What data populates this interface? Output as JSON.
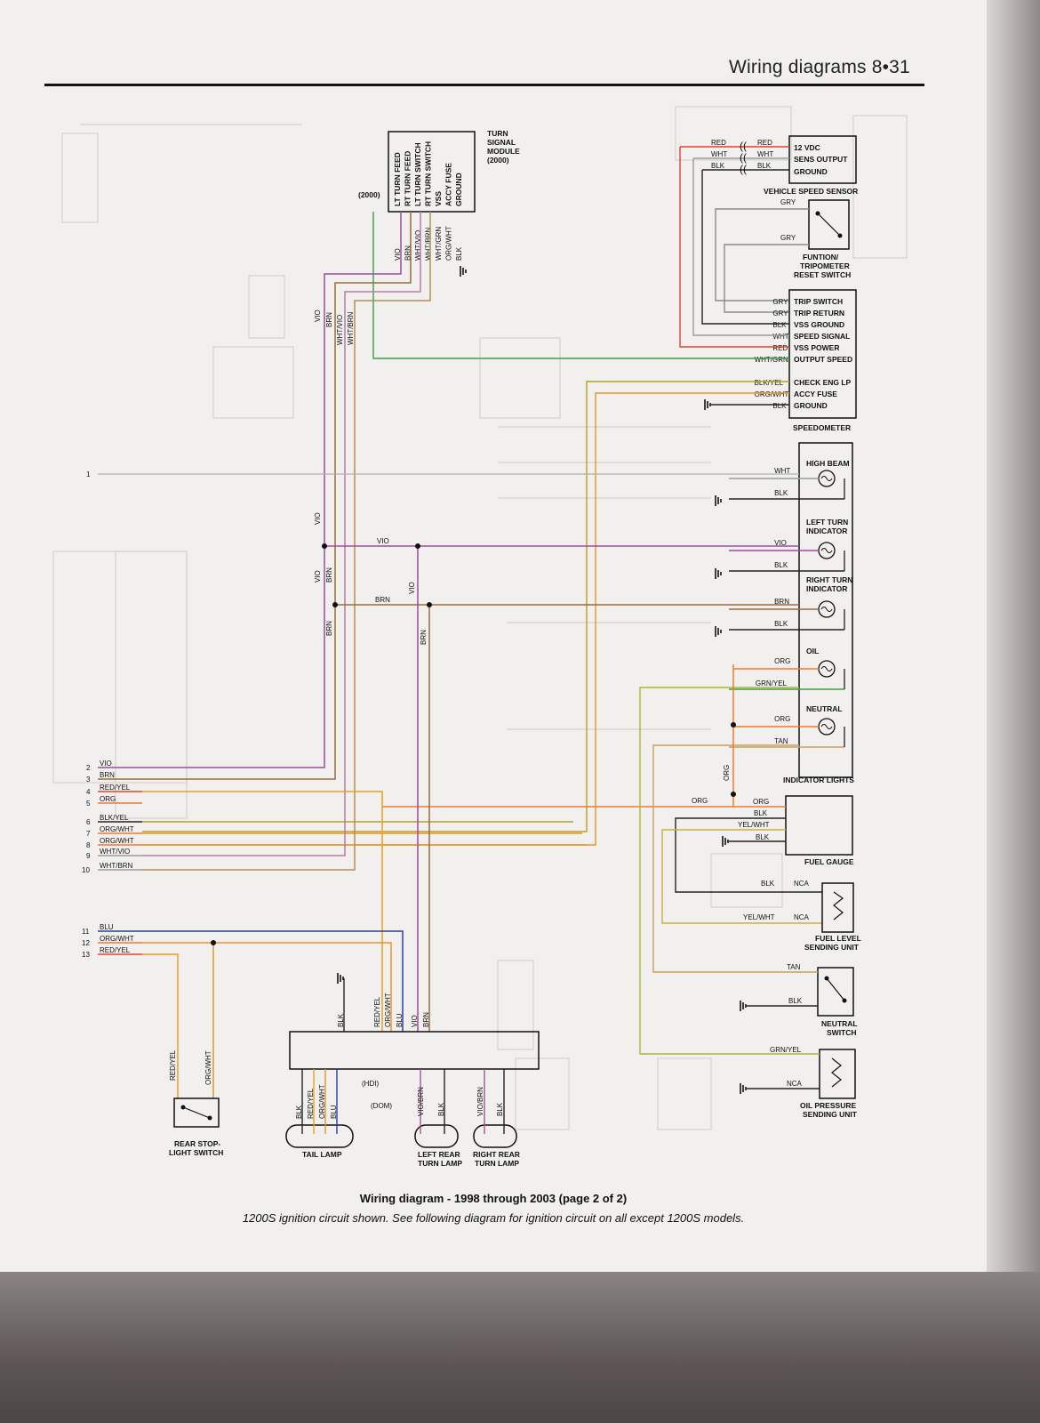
{
  "header": {
    "title": "Wiring diagrams  8•31"
  },
  "caption": {
    "title": "Wiring diagram - 1998 through 2003 (page 2 of 2)",
    "subtitle": "1200S ignition circuit shown. See following diagram for ignition circuit on all except 1200S models."
  },
  "turn_module": {
    "title": "TURN SIGNAL MODULE (2000)",
    "year": "(2000)",
    "pins": [
      "LT TURN FEED",
      "RT TURN FEED",
      "LT TURN SWITCH",
      "RT TURN SWITCH",
      "VSS",
      "ACCY FUSE",
      "GROUND"
    ],
    "wires": [
      "VIO",
      "BRN",
      "WHT/VIO",
      "WHT/BRN",
      "WHT/GRN",
      "ORG/WHT",
      "BLK"
    ]
  },
  "vss": {
    "title": "VEHICLE SPEED SENSOR",
    "pins": [
      "12 VDC",
      "SENS OUTPUT",
      "GROUND"
    ],
    "wires_left": [
      "RED",
      "WHT",
      "BLK"
    ],
    "wires_right": [
      "RED",
      "WHT",
      "BLK"
    ]
  },
  "reset_switch": {
    "title": "FUNTION/ TRIPOMETER RESET SWITCH",
    "wires": [
      "GRY",
      "GRY"
    ]
  },
  "speedometer": {
    "title": "SPEEDOMETER",
    "pins": [
      "TRIP SWITCH",
      "TRIP RETURN",
      "VSS GROUND",
      "SPEED SIGNAL",
      "VSS POWER",
      "OUTPUT SPEED",
      "CHECK ENG LP",
      "ACCY FUSE",
      "GROUND"
    ],
    "wires": [
      "GRY",
      "GRY",
      "BLK",
      "WHT",
      "RED",
      "WHT/GRN",
      "BLK/YEL",
      "ORG/WHT",
      "BLK"
    ]
  },
  "indicators": {
    "title": "INDICATOR LIGHTS",
    "lamps": [
      {
        "name": "HIGH BEAM",
        "wires": [
          "WHT",
          "BLK"
        ]
      },
      {
        "name": "LEFT TURN INDICATOR",
        "wires": [
          "VIO",
          "BLK"
        ]
      },
      {
        "name": "RIGHT TURN INDICATOR",
        "wires": [
          "BRN",
          "BLK"
        ]
      },
      {
        "name": "OIL",
        "wires": [
          "ORG",
          "GRN/YEL"
        ]
      },
      {
        "name": "NEUTRAL",
        "wires": [
          "ORG",
          "TAN"
        ]
      }
    ]
  },
  "fuel_gauge": {
    "title": "FUEL GAUGE",
    "wires": [
      "ORG",
      "BLK",
      "YEL/WHT",
      "BLK"
    ],
    "feed": "ORG"
  },
  "fuel_sender": {
    "title": "FUEL LEVEL SENDING UNIT",
    "wires": [
      "BLK",
      "YEL/WHT"
    ],
    "nca": [
      "NCA",
      "NCA"
    ]
  },
  "neutral_switch": {
    "title": "NEUTRAL SWITCH",
    "wires": [
      "TAN",
      "BLK"
    ]
  },
  "oil_sender": {
    "title": "OIL PRESSURE SENDING UNIT",
    "wires": [
      "GRN/YEL",
      "NCA"
    ]
  },
  "connector_left": {
    "pins": [
      {
        "n": "1",
        "wire": ""
      },
      {
        "n": "2",
        "wire": "VIO"
      },
      {
        "n": "3",
        "wire": "BRN"
      },
      {
        "n": "4",
        "wire": "RED/YEL"
      },
      {
        "n": "5",
        "wire": "ORG"
      },
      {
        "n": "6",
        "wire": "BLK/YEL"
      },
      {
        "n": "7",
        "wire": "ORG/WHT"
      },
      {
        "n": "8",
        "wire": "ORG/WHT"
      },
      {
        "n": "9",
        "wire": "WHT/VIO"
      },
      {
        "n": "10",
        "wire": "WHT/BRN"
      },
      {
        "n": "11",
        "wire": "BLU"
      },
      {
        "n": "12",
        "wire": "ORG/WHT"
      },
      {
        "n": "13",
        "wire": "RED/YEL"
      }
    ]
  },
  "vertical_labels": [
    "VIO",
    "BRN",
    "WHT/VIO",
    "WHT/BRN",
    "VIO",
    "BRN",
    "VIO",
    "BRN",
    "ORG"
  ],
  "splice_labels": [
    "VIO",
    "BRN"
  ],
  "rear_connector": {
    "wires": [
      "BLK",
      "RED/YEL",
      "ORG/WHT",
      "BLU",
      "VIO",
      "BRN"
    ]
  },
  "tail_lamp": {
    "title": "TAIL LAMP",
    "wires": [
      "BLK",
      "RED/YEL",
      "ORG/WHT",
      "BLU"
    ],
    "hdi": "(HDI)",
    "dom": "(DOM)"
  },
  "left_rear": {
    "title": "LEFT REAR TURN LAMP",
    "wires": [
      "VIO/BRN",
      "BLK"
    ]
  },
  "right_rear": {
    "title": "RIGHT REAR TURN LAMP",
    "wires": [
      "VIO/BRN",
      "BLK"
    ]
  },
  "stop_switch": {
    "title": "REAR STOP- LIGHT SWITCH",
    "wires": [
      "RED/YEL",
      "ORG/WHT"
    ]
  },
  "colors": {
    "VIO": "#a04aa0",
    "BRN": "#9a6a3a",
    "RED": "#e8402a",
    "ORG": "#f07a2a",
    "YEL": "#e8c020",
    "GRN": "#3aa040",
    "BLU": "#2a40a0",
    "WHT": "#9a9a9a",
    "BLK": "#222222",
    "GRY": "#8a8a8a",
    "TAN": "#c8a060"
  }
}
